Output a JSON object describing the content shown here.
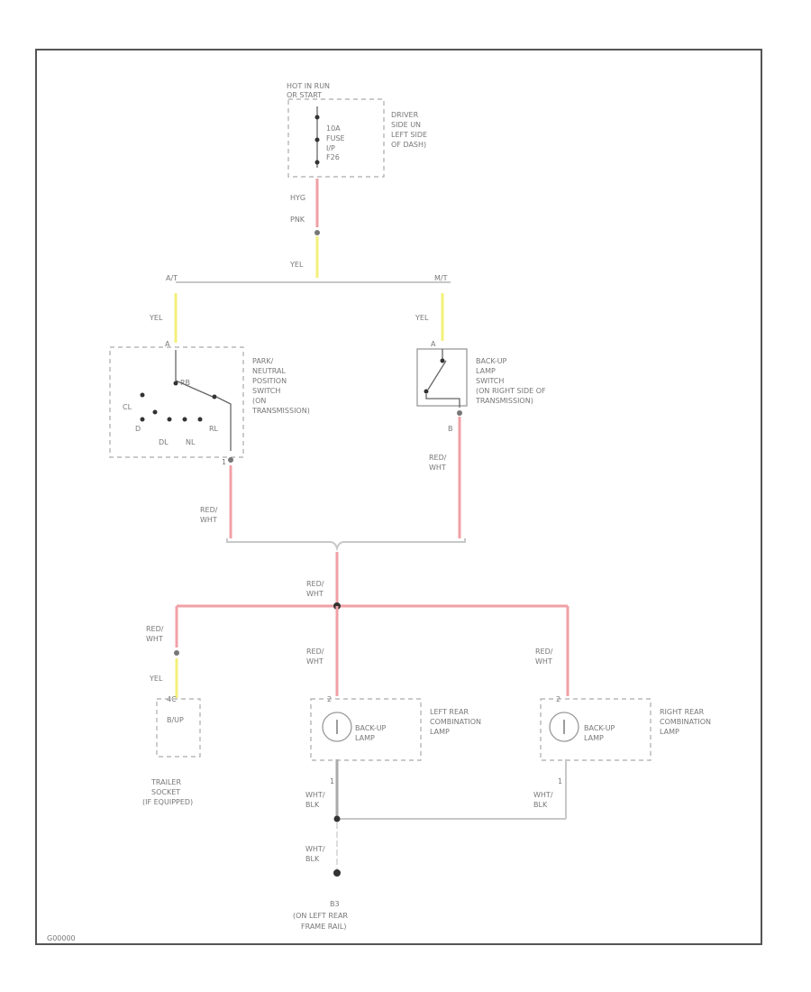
{
  "figure_code": "G00000",
  "hot_in_run": {
    "line1": "HOT IN RUN",
    "line2": "OR START"
  },
  "fuse": {
    "line1": "10A",
    "line2": "FUSE",
    "line3": "I/P",
    "line4": "F26"
  },
  "fuse_location": {
    "line1": "DRIVER",
    "line2": "SIDE UN",
    "line3": "LEFT SIDE",
    "line4": "OF DASH)"
  },
  "wires": {
    "fuse_top_label": "HYG",
    "pink": "PNK",
    "yel": "YEL",
    "red_wht_line1": "RED/",
    "red_wht_line2": "WHT",
    "wht_blk_line1": "WHT/",
    "wht_blk_line2": "BLK"
  },
  "connectors": {
    "bus_left": "A/T",
    "bus_right": "M/T",
    "pin_a": "A",
    "pin_b": "B",
    "pin_1": "1",
    "pin_2": "2",
    "pin_4c": "4C",
    "pin_rb": "RB"
  },
  "pnp_switch": {
    "line1": "PARK/",
    "line2": "NEUTRAL",
    "line3": "POSITION",
    "line4": "SWITCH",
    "line5": "(ON",
    "line6": "TRANSMISSION)",
    "positions": {
      "d": "D",
      "dl": "DL",
      "nl": "NL",
      "rl": "RL",
      "rb": "RB",
      "cl": "CL"
    }
  },
  "backup_switch": {
    "line1": "BACK-UP",
    "line2": "LAMP",
    "line3": "SWITCH",
    "line4": "(ON RIGHT SIDE OF",
    "line5": "TRANSMISSION)"
  },
  "trailer": {
    "inner": "B/UP",
    "line1": "TRAILER",
    "line2": "SOCKET",
    "line3": "(IF EQUIPPED)"
  },
  "left_lamp": {
    "inner1": "BACK-UP",
    "inner2": "LAMP",
    "line1": "LEFT REAR",
    "line2": "COMBINATION",
    "line3": "LAMP"
  },
  "right_lamp": {
    "inner1": "BACK-UP",
    "inner2": "LAMP",
    "line1": "RIGHT REAR",
    "line2": "COMBINATION",
    "line3": "LAMP"
  },
  "ground": {
    "id": "B3",
    "line1": "(ON LEFT REAR",
    "line2": "FRAME RAIL)"
  }
}
